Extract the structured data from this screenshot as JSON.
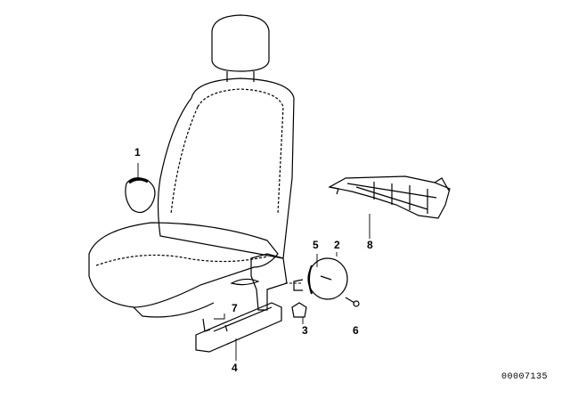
{
  "callouts": [
    {
      "id": "1",
      "label": "1"
    },
    {
      "id": "2",
      "label": "2"
    },
    {
      "id": "3",
      "label": "3"
    },
    {
      "id": "4",
      "label": "4"
    },
    {
      "id": "5",
      "label": "5"
    },
    {
      "id": "6",
      "label": "6"
    },
    {
      "id": "7",
      "label": "7"
    },
    {
      "id": "8",
      "label": "8"
    }
  ],
  "diagram_code": "00007135"
}
